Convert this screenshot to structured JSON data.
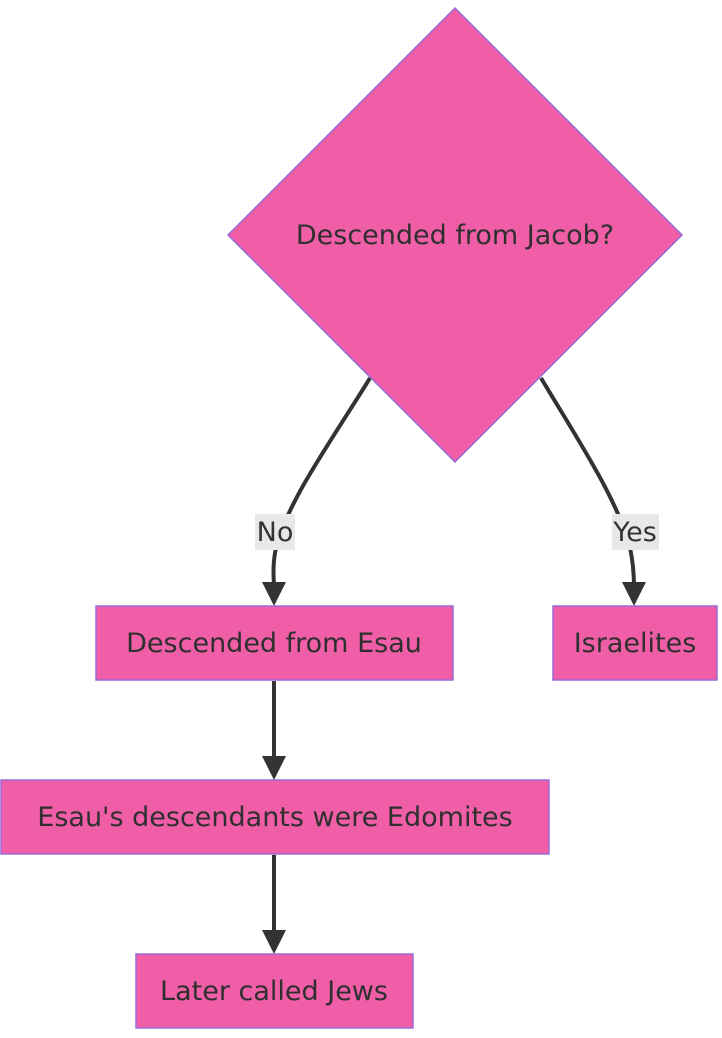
{
  "diagram": {
    "type": "flowchart",
    "colors": {
      "node_fill": "#ef5ea6",
      "node_border": "#9a6ad8",
      "edge": "#333333",
      "edge_label_bg": "#e8e8e8",
      "text": "#2f2f2f"
    },
    "nodes": {
      "decision": "Descended from Jacob?",
      "esau": "Descended from Esau",
      "israelites": "Israelites",
      "edomites": "Esau's descendants were Edomites",
      "jews": "Later called Jews"
    },
    "edges": {
      "no_label": "No",
      "yes_label": "Yes"
    }
  }
}
